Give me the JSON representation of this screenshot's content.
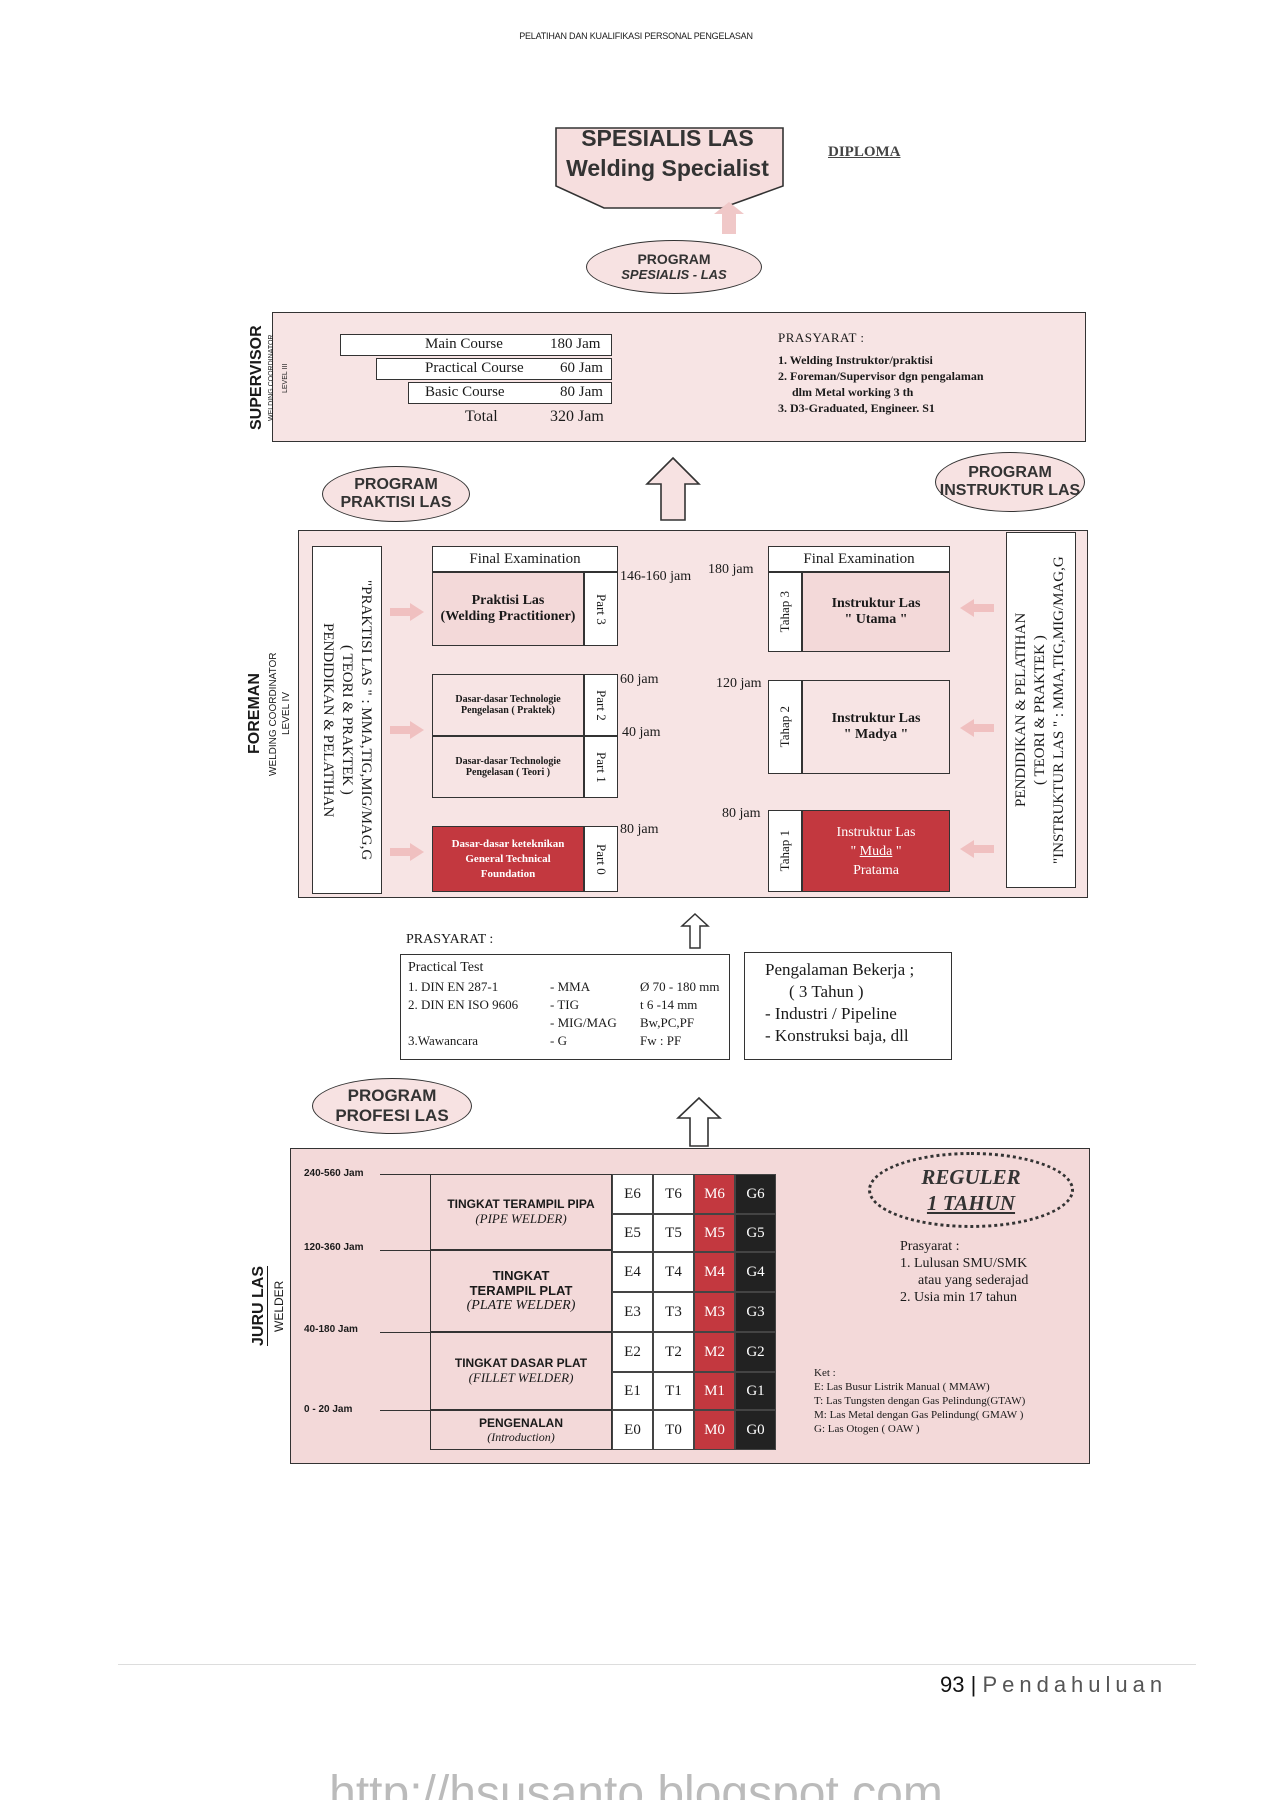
{
  "header": {
    "title": "PELATIHAN DAN KUALIFIKASI PERSONAL PENGELASAN"
  },
  "top": {
    "title_id": "SPESIALIS LAS",
    "title_en": "Welding Specialist",
    "diploma": "DIPLOMA",
    "program_l1": "PROGRAM",
    "program_l2": "SPESIALIS - LAS"
  },
  "supervisor": {
    "label": "SUPERVISOR",
    "sub": "WELDING COORDINATOR",
    "level": "LEVEL III",
    "courses": [
      {
        "name": "Main Course",
        "hours": "180 Jam"
      },
      {
        "name": "Practical Course",
        "hours": "60 Jam"
      },
      {
        "name": "Basic Course",
        "hours": "80 Jam"
      }
    ],
    "total_label": "Total",
    "total_hours": "320 Jam",
    "prasyarat_title": "PRASYARAT :",
    "prasyarat": [
      "1. Welding Instruktor/praktisi",
      "2. Foreman/Supervisor dgn pengalaman",
      "dlm Metal working  3 th",
      "3. D3-Graduated, Engineer. S1"
    ]
  },
  "programs": {
    "praktisi_l1": "PROGRAM",
    "praktisi_l2": "PRAKTISI LAS",
    "instruktur_l1": "PROGRAM",
    "instruktur_l2": "INSTRUKTUR LAS"
  },
  "foreman": {
    "label": "FOREMAN",
    "sub": "WELDING COORDINATOR",
    "level": "LEVEL IV",
    "left_side_l1": "PENDIDIKAN & PELATIHAN",
    "left_side_l2": "( TEORI & PRAKTEK )",
    "left_side_l3": "\"PRAKTISI LAS \" : MMA,TIG,MIG/MAG,G",
    "right_side_l1": "PENDIDIKAN & PELATIHAN",
    "right_side_l2": "( TEORI & PRAKTEK )",
    "right_side_l3": "\"INSTRUKTUR LAS \" : MMA,TIG,MIG/MAG,G",
    "final_exam": "Final Examination",
    "praktisi_name": "Praktisi Las",
    "praktisi_en": "(Welding Practitioner)",
    "part3": "Part 3",
    "h_part3": "146-160 jam",
    "dasar_praktek": "Dasar-dasar Technologie Pengelasan ( Praktek)",
    "part2": "Part 2",
    "h_part2": "60 jam",
    "dasar_teori": "Dasar-dasar Technologie Pengelasan ( Teori )",
    "part1": "Part 1",
    "h_part1": "40 jam",
    "gen_tech_l1": "Dasar-dasar keteknikan",
    "gen_tech_l2": "General Technical",
    "gen_tech_l3": "Foundation",
    "part0": "Part 0",
    "h_part0": "80 jam",
    "tahap3": "Tahap 3",
    "h_tahap3": "180 jam",
    "utama_l1": "Instruktur Las",
    "utama_l2": "\" Utama \"",
    "tahap2": "Tahap 2",
    "h_tahap2": "120 jam",
    "madya_l1": "Instruktur Las",
    "madya_l2": "\" Madya \"",
    "tahap1": "Tahap 1",
    "h_tahap1": "80 jam",
    "muda_l1": "Instruktur Las",
    "muda_l2a": "\" ",
    "muda_l2b": "Muda",
    "muda_l2c": " \"",
    "muda_l3": "Pratama"
  },
  "prasyarat_mid": {
    "title": "PRASYARAT :",
    "practical_test": "Practical Test",
    "rows": [
      {
        "a": "1. DIN EN 287-1",
        "b": "- MMA",
        "c": "Ø 70 - 180 mm"
      },
      {
        "a": "2. DIN EN ISO 9606",
        "b": "- TIG",
        "c": "t 6 -14    mm"
      },
      {
        "a": "",
        "b": "- MIG/MAG",
        "c": "Bw,PC,PF"
      },
      {
        "a": "3.Wawancara",
        "b": "- G",
        "c": "Fw : PF"
      }
    ],
    "exp_l1": "Pengalaman Bekerja ;",
    "exp_l2": "( 3 Tahun )",
    "exp_l3": "- Industri / Pipeline",
    "exp_l4": "- Konstruksi baja, dll"
  },
  "profesi": {
    "l1": "PROGRAM",
    "l2": "PROFESI  LAS"
  },
  "juru": {
    "label": "JURU  LAS",
    "sub": "WELDER",
    "hours": [
      "240-560 Jam",
      "120-360 Jam",
      "40-180 Jam",
      "0 - 20 Jam"
    ],
    "levels": [
      {
        "id": "TINGKAT TERAMPIL PIPA",
        "en": "(PIPE WELDER)"
      },
      {
        "id1": "TINGKAT",
        "id2": "TERAMPIL PLAT",
        "en": "(PLATE WELDER)"
      },
      {
        "id": "TINGKAT DASAR  PLAT",
        "en": "(FILLET  WELDER)"
      },
      {
        "id": "PENGENALAN",
        "en": "(Introduction)"
      }
    ],
    "grid": [
      [
        "E6",
        "T6",
        "M6",
        "G6"
      ],
      [
        "E5",
        "T5",
        "M5",
        "G5"
      ],
      [
        "E4",
        "T4",
        "M4",
        "G4"
      ],
      [
        "E3",
        "T3",
        "M3",
        "G3"
      ],
      [
        "E2",
        "T2",
        "M2",
        "G2"
      ],
      [
        "E1",
        "T1",
        "M1",
        "G1"
      ],
      [
        "E0",
        "T0",
        "M0",
        "G0"
      ]
    ],
    "reguler_l1": "REGULER",
    "reguler_l2": "1 TAHUN",
    "pras_title": "Prasyarat :",
    "pras_l1": "1. Lulusan SMU/SMK",
    "pras_l2": "atau yang sederajad",
    "pras_l3": "2. Usia min 17 tahun",
    "ket_title": "Ket :",
    "ket": [
      "E:  Las Busur Listrik Manual ( MMAW)",
      "T:  Las Tungsten dengan Gas Pelindung(GTAW)",
      "M: Las Metal dengan Gas Pelindung( GMAW )",
      "G: Las Otogen ( OAW )"
    ]
  },
  "footer": {
    "page": "93",
    "sep": " | ",
    "section": "Pendahuluan",
    "url": "http://hsusanto.blogspot.com"
  }
}
